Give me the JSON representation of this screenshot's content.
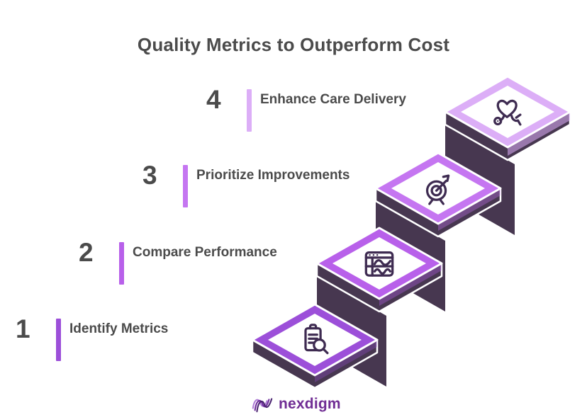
{
  "title": "Quality Metrics to Outperform Cost",
  "steps": [
    {
      "number": "1",
      "label": "Identify Metrics",
      "color": "#9c4fd9",
      "icon": "clipboard-search-icon"
    },
    {
      "number": "2",
      "label": "Compare Performance",
      "color": "#b860ea",
      "icon": "chart-window-icon"
    },
    {
      "number": "3",
      "label": "Prioritize Improvements",
      "color": "#c576f1",
      "icon": "target-arrow-icon"
    },
    {
      "number": "4",
      "label": "Enhance Care Delivery",
      "color": "#dcaef7",
      "icon": "heart-stethoscope-icon"
    }
  ],
  "colors": {
    "block_dark": "#473750",
    "text_dark": "#4b4b4b",
    "icon_stroke": "#3e2b51",
    "white": "#ffffff",
    "logo_text": "#702d94",
    "logo_wave_light": "#b07fd6",
    "logo_wave_mid": "#6f2d9c",
    "logo_wave_dark": "#4a2370"
  },
  "footer": {
    "brand": "nexdigm"
  }
}
